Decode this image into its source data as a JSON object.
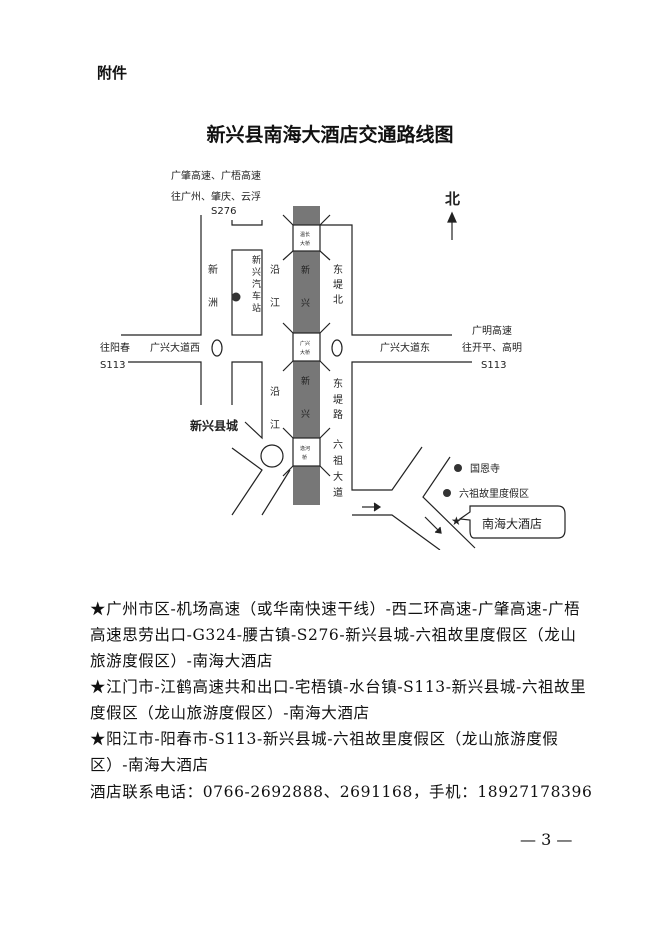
{
  "attachment_label": "附件",
  "title": "新兴县南海大酒店交通路线图",
  "map": {
    "north": "北",
    "top_road_line1": "广肇高速、广梧高速",
    "top_road_line2": "往广州、肇庆、云浮",
    "top_road_code": "S276",
    "left_to": "往阳春",
    "left_code": "S113",
    "left_avenue": "广兴大道西",
    "right_highway": "广明高速",
    "right_to": "往开平、高明",
    "right_code": "S113",
    "right_avenue": "广兴大道东",
    "xinzhou": [
      "新",
      "洲"
    ],
    "bus_station": [
      "新",
      "兴",
      "汽",
      "车",
      "站"
    ],
    "yanjiang_upper": [
      "沿",
      "江"
    ],
    "yanjiang_lower": [
      "沿",
      "江"
    ],
    "river": [
      "新",
      "兴"
    ],
    "river_lower": [
      "新",
      "兴"
    ],
    "dongdi_north": [
      "东",
      "堤",
      "北"
    ],
    "dongdi_road": [
      "东",
      "堤",
      "路"
    ],
    "liuzu_avenue": [
      "六",
      "祖",
      "大",
      "道"
    ],
    "bridge_top": [
      "温长",
      "大桥"
    ],
    "bridge_mid": [
      "广兴",
      "大桥"
    ],
    "bridge_bottom": [
      "逸河",
      "桥"
    ],
    "county_town": "新兴县城",
    "guoen_temple": "国恩寺",
    "liuzu_resort": "六祖故里度假区",
    "hotel": "南海大酒店"
  },
  "routes": [
    "★广州市区-机场高速（或华南快速干线）-西二环高速-广肇高速-广梧高速思劳出口-G324-腰古镇-S276-新兴县城-六祖故里度假区（龙山旅游度假区）-南海大酒店",
    "★江门市-江鹤高速共和出口-宅梧镇-水台镇-S113-新兴县城-六祖故里度假区（龙山旅游度假区）-南海大酒店",
    "★阳江市-阳春市-S113-新兴县城-六祖故里度假区（龙山旅游度假区）-南海大酒店"
  ],
  "contact": "酒店联系电话：0766-2692888、2691168，手机：18927178396",
  "page_number": "— 3 —"
}
